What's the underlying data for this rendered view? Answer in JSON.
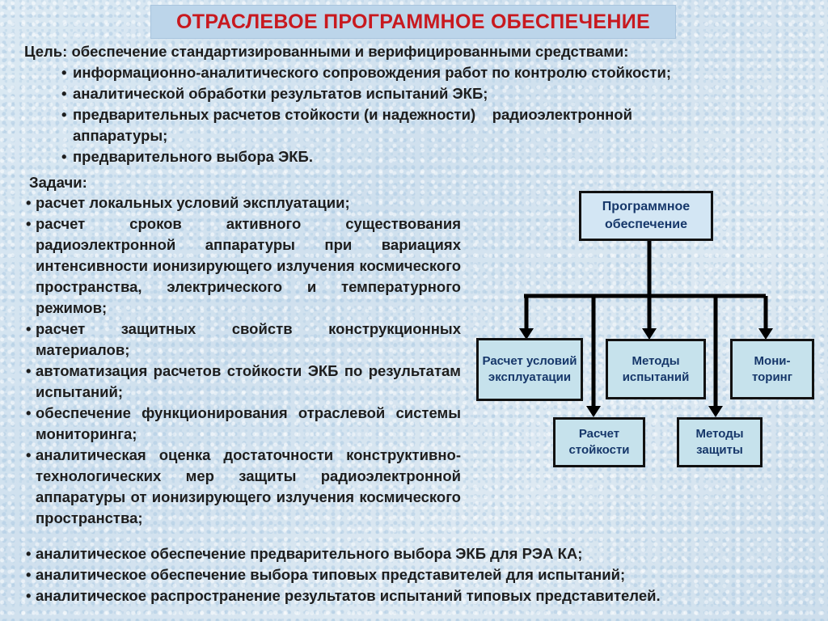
{
  "title": "ОТРАСЛЕВОЕ ПРОГРАММНОЕ ОБЕСПЕЧЕНИЕ",
  "goal": {
    "lead": "Цель: обеспечение стандартизированными и верифицированными средствами:",
    "items": [
      "информационно-аналитического сопровождения работ по контролю стойкости;",
      "аналитической обработки результатов испытаний ЭКБ;",
      "предварительных расчетов стойкости (и надежности)    радиоэлектронной аппаратуры;",
      "предварительного выбора ЭКБ."
    ]
  },
  "tasks": {
    "heading": "Задачи:",
    "items": [
      "расчет локальных условий эксплуатации;",
      "расчет сроков активного существования радиоэлектронной аппаратуры при вариациях интенсивности ионизирующего излучения космического пространства, электрического и температурного режимов;",
      "расчет защитных свойств конструкционных материалов;",
      "автоматизация расчетов стойкости ЭКБ по результатам испытаний;",
      "обеспечение функционирования отраслевой системы мониторинга;",
      "аналитическая оценка достаточности конструктивно-технологических мер защиты радиоэлектронной аппаратуры от ионизирующего излучения космического пространства;"
    ],
    "wide_items": [
      "аналитическое обеспечение предварительного выбора ЭКБ для РЭА КА;",
      "аналитическое обеспечение выбора типовых представителей для испытаний;",
      "аналитическое распространение результатов испытаний типовых представителей."
    ]
  },
  "diagram": {
    "root": "Программное обеспечение",
    "calc_conditions": "Расчет условий эксплуатации",
    "test_methods": "Методы испытаний",
    "monitoring": "Мони-торинг",
    "calc_resistance": "Расчет стойкости",
    "protection_methods": "Методы защиты"
  }
}
